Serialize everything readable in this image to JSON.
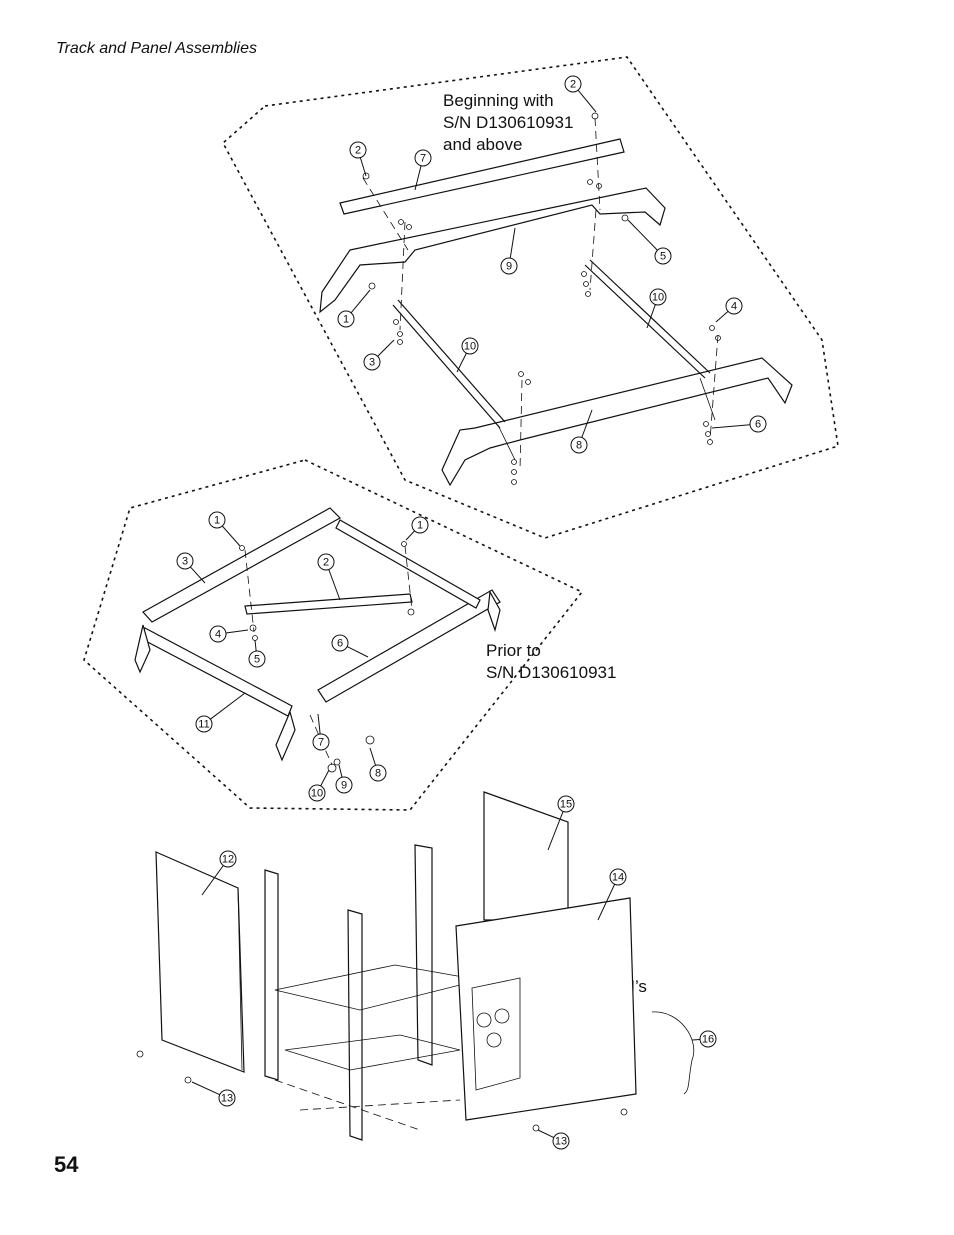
{
  "header": {
    "title": "Track and Panel Assemblies"
  },
  "page_number": "54",
  "groups": {
    "new": {
      "label_lines": [
        "Beginning with",
        "S/N D130610931",
        "and above"
      ]
    },
    "old": {
      "label_lines": [
        "Prior to",
        "S/N D130610931"
      ]
    },
    "all": {
      "label": "All S/N’s"
    }
  },
  "callouts": {
    "new": [
      "2",
      "2",
      "7",
      "9",
      "5",
      "1",
      "3",
      "10",
      "10",
      "4",
      "6",
      "8"
    ],
    "old": [
      "1",
      "1",
      "3",
      "2",
      "4",
      "5",
      "6",
      "11",
      "7",
      "8",
      "10",
      "9"
    ],
    "all": [
      "15",
      "12",
      "14",
      "16",
      "13",
      "13"
    ]
  }
}
